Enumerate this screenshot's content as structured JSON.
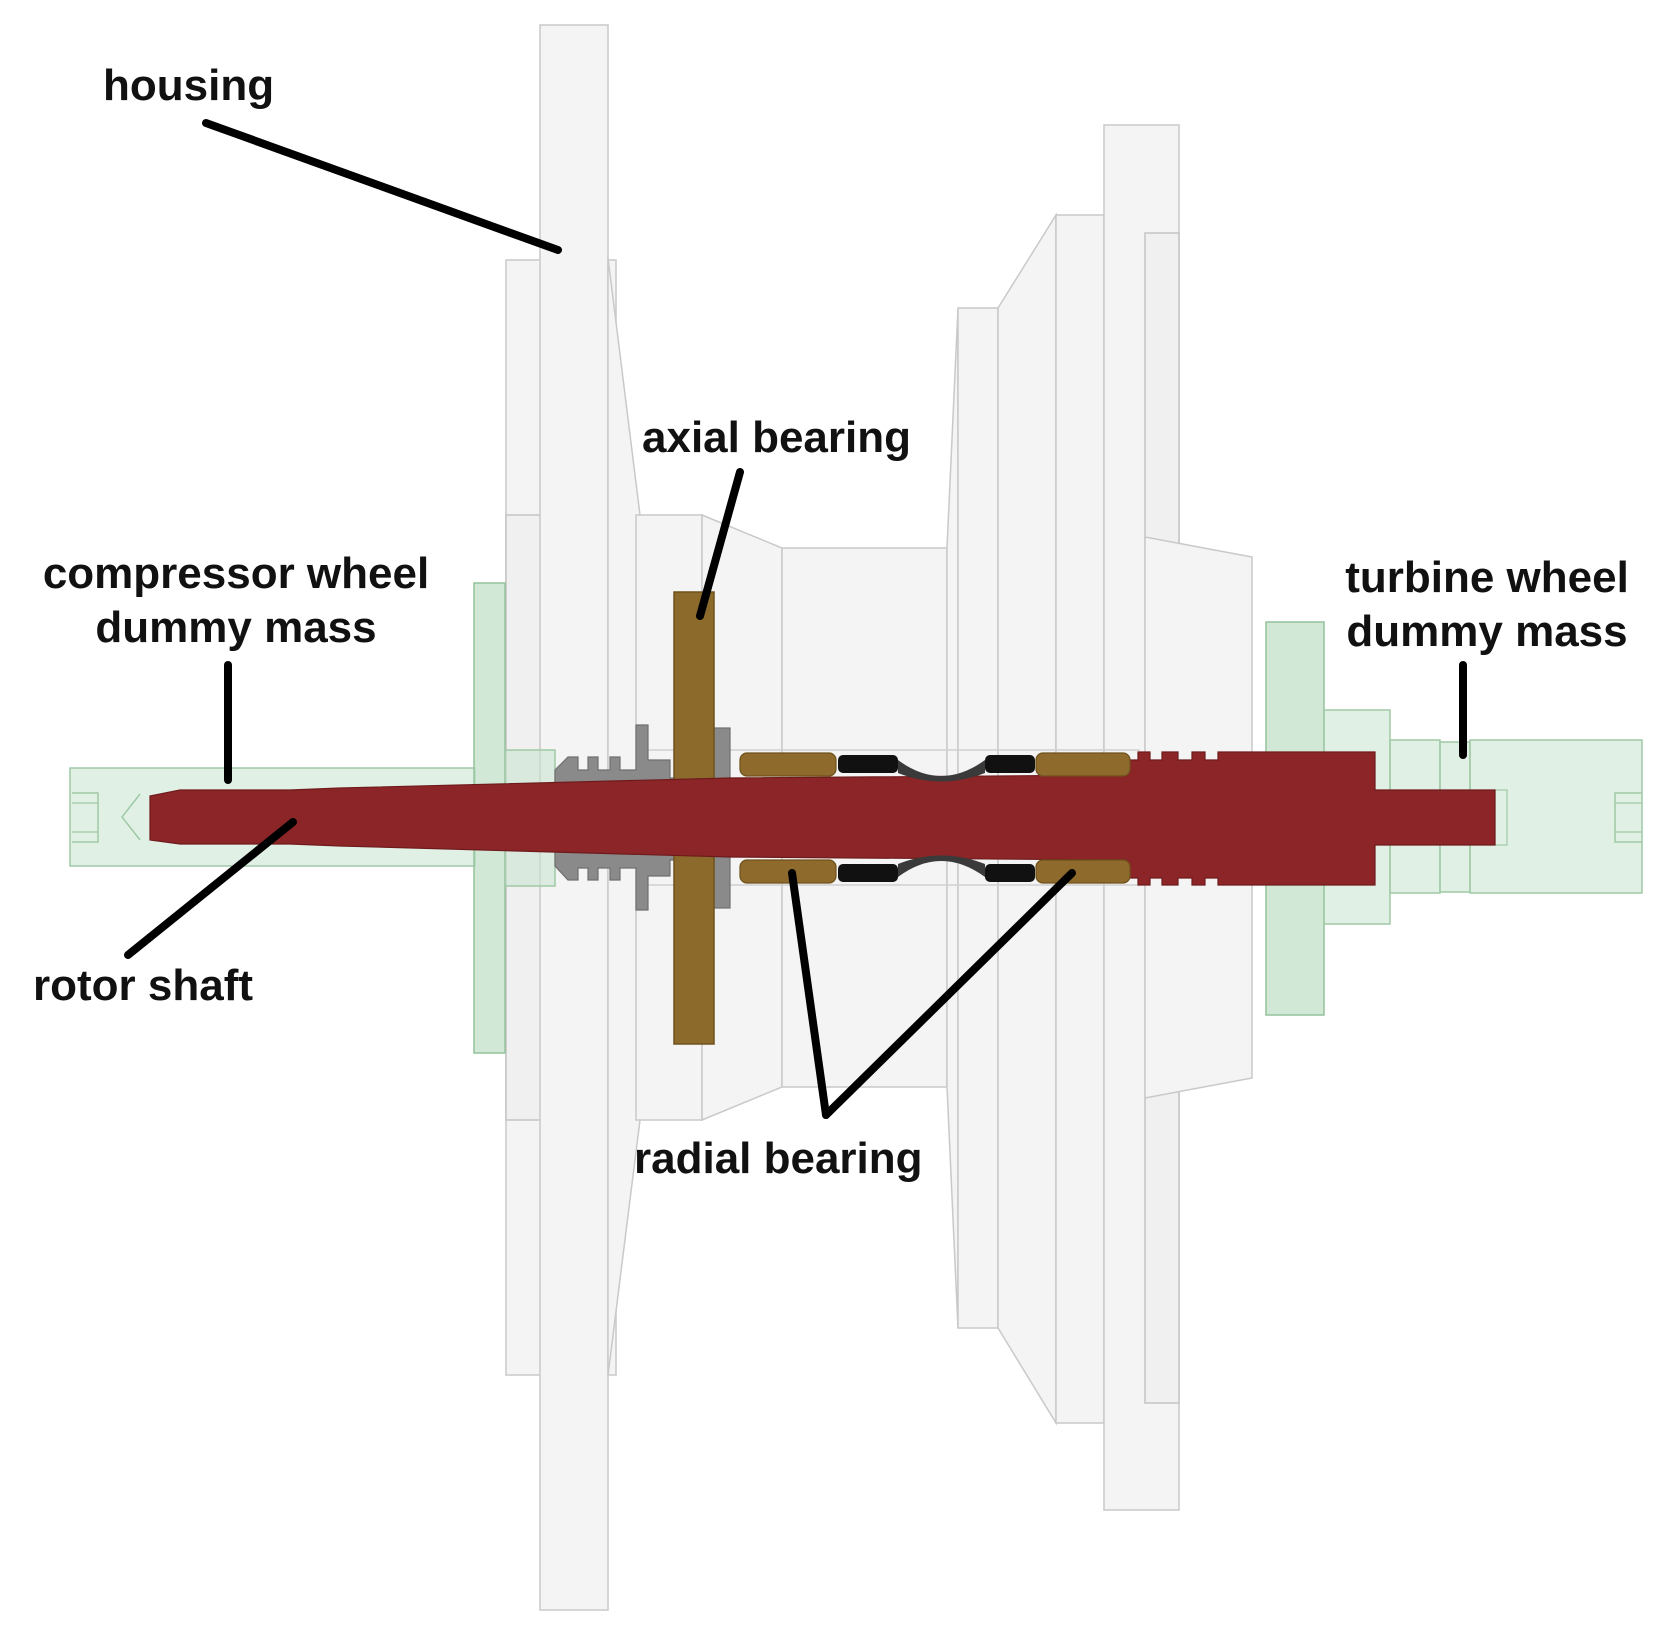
{
  "labels": {
    "housing": "housing",
    "axial_bearing": "axial bearing",
    "compressor_line1": "compressor wheel",
    "compressor_line2": "dummy mass",
    "turbine_line1": "turbine wheel",
    "turbine_line2": "dummy mass",
    "rotor_shaft": "rotor shaft",
    "radial_bearing": "radial bearing"
  },
  "colors": {
    "shaft": "#8b2527",
    "axial_bearing": "#8b6a2b",
    "radial_bearing": "#8e6a2c",
    "seal": "#111111",
    "collar": "#8a8a8a",
    "housing": "#f4f4f4",
    "dummy_mass": "#d6ead9"
  }
}
